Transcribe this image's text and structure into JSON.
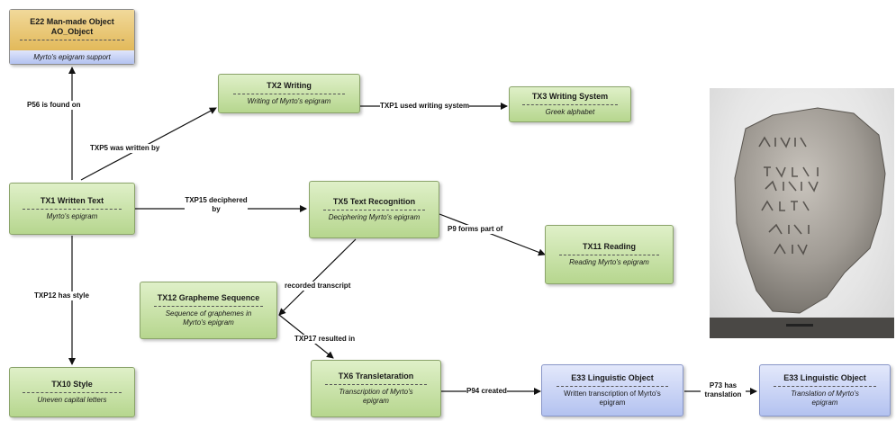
{
  "nodes": {
    "e22": {
      "title1": "E22 Man-made Object",
      "title2": "AO_Object",
      "sub": "Myrto's epigram support"
    },
    "tx2": {
      "title": "TX2 Writing",
      "sub": "Writing of Myrto's epigram"
    },
    "tx3": {
      "title": "TX3 Writing System",
      "sub": "Greek alphabet"
    },
    "tx1": {
      "title": "TX1 Written Text",
      "sub": "Myrto's epigram"
    },
    "tx5": {
      "title": "TX5 Text Recognition",
      "sub": "Deciphering Myrto's epigram"
    },
    "tx11": {
      "title": "TX11 Reading",
      "sub": "Reading Myrto's epigram"
    },
    "tx12": {
      "title": "TX12 Grapheme Sequence",
      "sub": "Sequence of graphemes in Myrto's epigram"
    },
    "tx10": {
      "title": "TX10 Style",
      "sub": "Uneven capital letters"
    },
    "tx6": {
      "title": "TX6 Transletaration",
      "sub": "Transcription of Myrto's epigram"
    },
    "e33a": {
      "title": "E33 Linguistic Object",
      "sub": "Written transcription of Myrto's epigram"
    },
    "e33b": {
      "title": "E33 Linguistic Object",
      "sub": "Translation of Myrto's epigram"
    }
  },
  "edges": {
    "p56": "P56 is found on",
    "txp5": "TXP5 was written by",
    "txp1": "TXP1 used writing system",
    "txp15": "TXP15 deciphered by",
    "p9": "P9 forms part of",
    "recorded": "recorded transcript",
    "txp12": "TXP12 has style",
    "txp17": "TXP17 resulted in",
    "p94": "P94 created",
    "p73": "P73 has translation"
  },
  "colors": {
    "green_node": "#b6d68e",
    "blue_node": "#b3c2f0",
    "yellow_node": "#e2b95a",
    "arrow": "#111111"
  }
}
